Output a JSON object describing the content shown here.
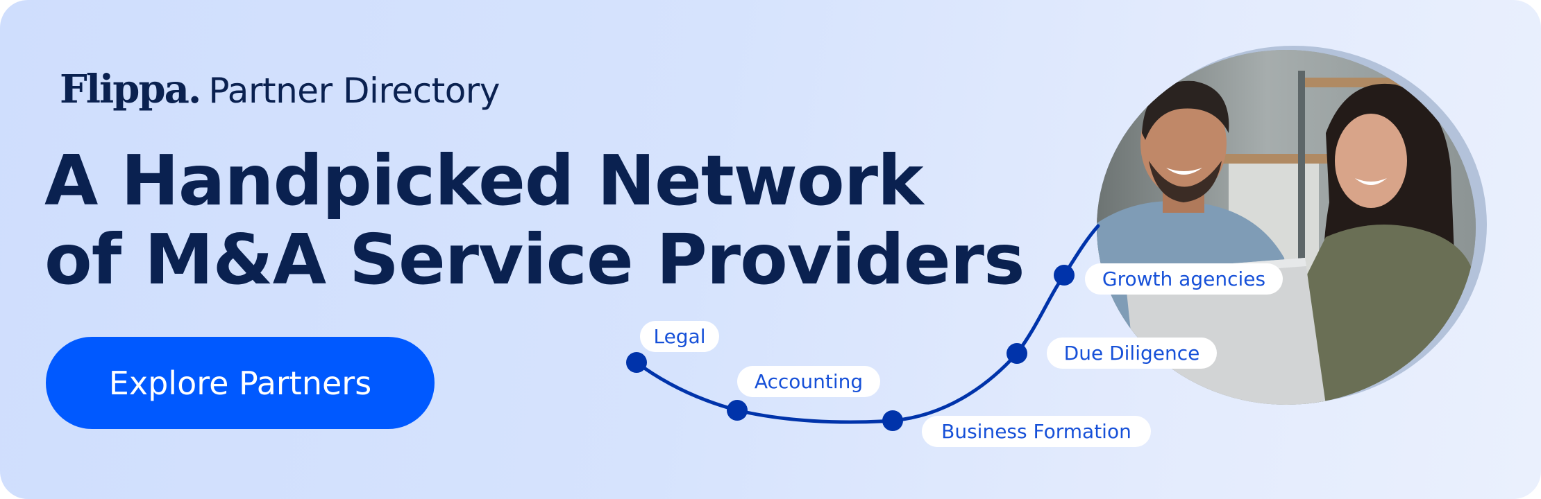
{
  "brand": {
    "logo_word": "Flippa.",
    "logo_sub": "Partner Directory"
  },
  "hero": {
    "headline_line1": "A Handpicked Network",
    "headline_line2": "of M&A Service Providers",
    "cta_label": "Explore Partners"
  },
  "path": {
    "nodes": [
      {
        "label": "Legal"
      },
      {
        "label": "Accounting"
      },
      {
        "label": "Business Formation"
      },
      {
        "label": "Due Diligence"
      },
      {
        "label": "Growth agencies"
      }
    ]
  },
  "image": {
    "alt": "Two smiling colleagues working together at a laptop"
  },
  "colors": {
    "background_start": "#cfdefd",
    "background_end": "#eaf0fd",
    "headline": "#0a2150",
    "cta_bg": "#0059ff",
    "cta_text": "#ffffff",
    "path_line": "#0033aa",
    "pill_text": "#1650d8",
    "pill_bg": "#ffffff",
    "photo_ring": "#b3c2da"
  }
}
